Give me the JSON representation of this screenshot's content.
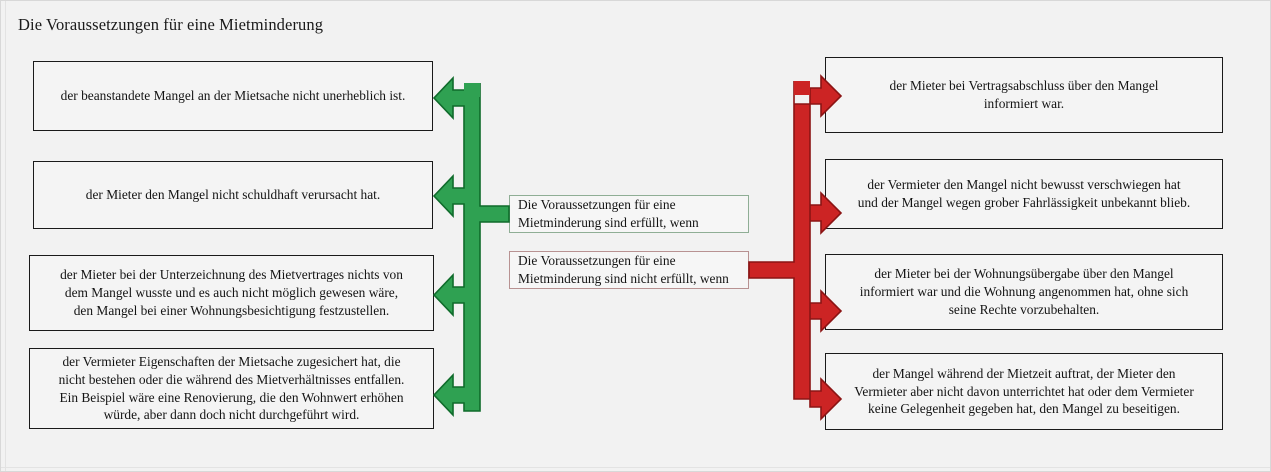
{
  "title": "Die Voraussetzungen für eine Mietminderung",
  "colors": {
    "background": "#f2f2f2",
    "green_fill": "#2fa152",
    "green_stroke": "#0f6b2b",
    "red_fill": "#cc2424",
    "red_stroke": "#8b1414",
    "box_border": "#1a1a1a",
    "box_fill": "#f4f4f4",
    "text": "#141414"
  },
  "center": {
    "fulfilled": {
      "label": "Die Voraussetzungen für eine\nMietminderung sind erfüllt, wenn",
      "accent": "#2fa152"
    },
    "not_fulfilled": {
      "label": "Die Voraussetzungen für eine\nMietminderung sind nicht erfüllt, wenn",
      "accent": "#cc2424"
    }
  },
  "left_branch": {
    "accent": "#2fa152",
    "direction": "left",
    "items": [
      {
        "text": "der beanstandete Mangel an der Mietsache nicht unerheblich ist."
      },
      {
        "text": "der Mieter den Mangel nicht schuldhaft verursacht hat."
      },
      {
        "text": "der Mieter bei der Unterzeichnung des Mietvertrages nichts von\ndem Mangel wusste und es auch nicht möglich gewesen wäre,\nden Mangel bei einer Wohnungsbesichtigung festzustellen."
      },
      {
        "text": "der Vermieter Eigenschaften der Mietsache zugesichert hat, die\nnicht bestehen oder die während des Mietverhältnisses entfallen.\nEin Beispiel wäre eine Renovierung, die den Wohnwert erhöhen\nwürde, aber dann doch nicht durchgeführt wird."
      }
    ]
  },
  "right_branch": {
    "accent": "#cc2424",
    "direction": "right",
    "items": [
      {
        "text": "der Mieter bei Vertragsabschluss über den Mangel\ninformiert war."
      },
      {
        "text": "der Vermieter den Mangel nicht bewusst verschwiegen hat\nund der Mangel wegen grober Fahrlässigkeit unbekannt blieb."
      },
      {
        "text": "der Mieter bei der Wohnungsübergabe über den Mangel\ninformiert war und die Wohnung angenommen hat, ohne sich\nseine Rechte vorzubehalten."
      },
      {
        "text": "der Mangel während der Mietzeit auftrat, der Mieter den\nVermieter aber nicht davon unterrichtet hat oder dem Vermieter\nkeine Gelegenheit gegeben hat, den Mangel zu beseitigen."
      }
    ]
  }
}
